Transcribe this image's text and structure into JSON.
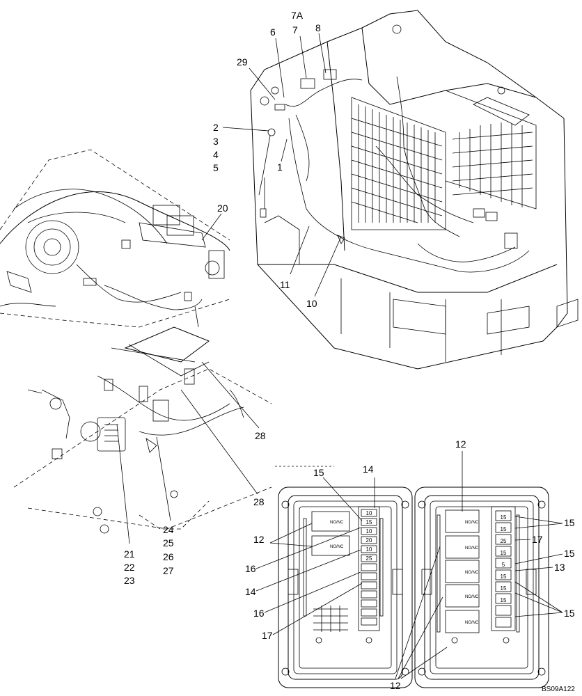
{
  "diagram": {
    "reference_code": "BS09A122",
    "callouts": {
      "c7A": "7A",
      "c7": "7",
      "c6": "6",
      "c8": "8",
      "c29": "29",
      "c2": "2",
      "c3": "3",
      "c4": "4",
      "c5": "5",
      "c1": "1",
      "c20": "20",
      "c11": "11",
      "c10": "10",
      "c28a": "28",
      "c28b": "28",
      "c21": "21",
      "c22": "22",
      "c23": "23",
      "c24": "24",
      "c25": "25",
      "c26": "26",
      "c27": "27",
      "c12top": "12",
      "c15left": "15",
      "c14top": "14",
      "c12left": "12",
      "c16a": "16",
      "c14b": "14",
      "c16b": "16",
      "c17left": "17",
      "c15r1": "15",
      "c17right": "17",
      "c15r2": "15",
      "c13": "13",
      "c15r3": "15",
      "c12bottom": "12"
    },
    "relay_label": "NO/NC",
    "left_panel_fuses": [
      "10",
      "15",
      "10",
      "20",
      "10",
      "25"
    ],
    "right_panel_fuses": [
      "15",
      "15",
      "25",
      "15",
      "5",
      "15",
      "15",
      "15"
    ]
  }
}
